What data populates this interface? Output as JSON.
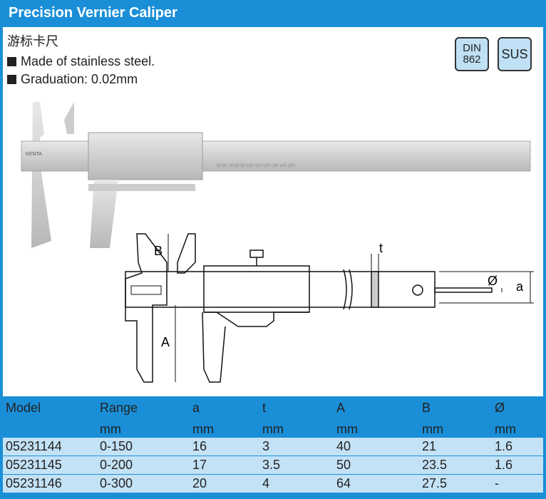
{
  "title": "Precision Vernier Caliper",
  "chinese_title": "游标卡尺",
  "features": [
    "Made of stainless steel.",
    "Graduation: 0.02mm"
  ],
  "badges": {
    "din_line1": "DIN",
    "din_line2": "862",
    "sus": "SUS"
  },
  "diagram_labels": {
    "B": "B",
    "A": "A",
    "t": "t",
    "phi": "Ø",
    "a": "a"
  },
  "table": {
    "headers": [
      "Model",
      "Range",
      "a",
      "t",
      "A",
      "B",
      "Ø"
    ],
    "units": [
      "",
      "mm",
      "mm",
      "mm",
      "mm",
      "mm",
      "mm"
    ],
    "rows": [
      [
        "05231144",
        "0-150",
        "16",
        "3",
        "40",
        "21",
        "1.6"
      ],
      [
        "05231145",
        "0-200",
        "17",
        "3.5",
        "50",
        "23.5",
        "1.6"
      ],
      [
        "05231146",
        "0-300",
        "20",
        "4",
        "64",
        "27.5",
        "-"
      ]
    ]
  },
  "colors": {
    "brand": "#1a8fd8",
    "row": "#c4e2f6"
  }
}
